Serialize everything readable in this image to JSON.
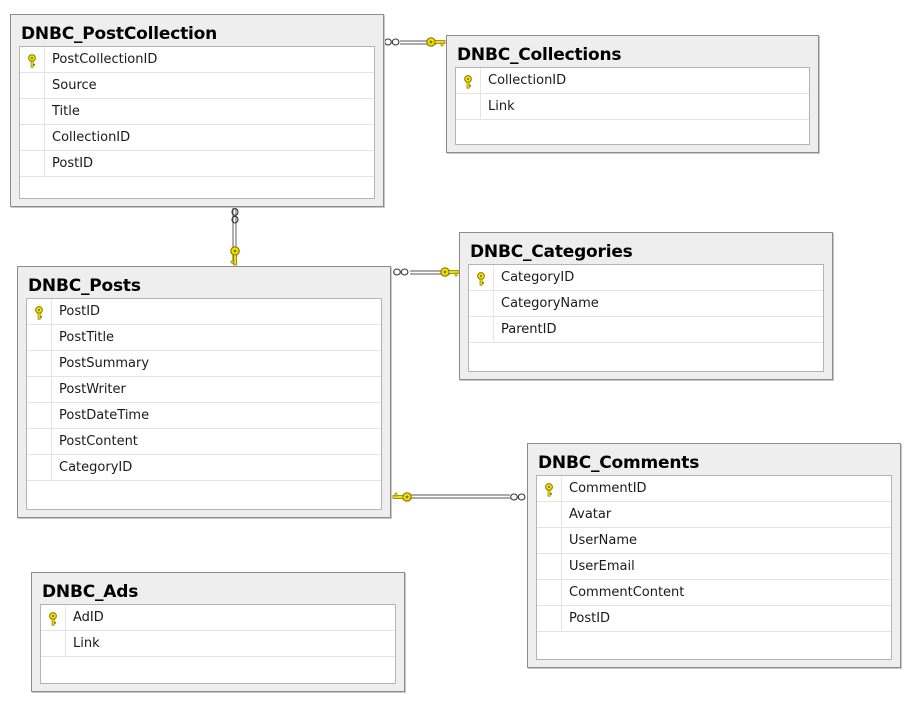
{
  "icons": {
    "primary_key": "key-icon",
    "one_end": "key-icon",
    "many_end": "infinity-icon"
  },
  "colors": {
    "key_fill": "#f2e000",
    "key_stroke": "#8a7a00",
    "line": "#7a7a7a"
  },
  "tables": [
    {
      "id": "postcollection",
      "title": "DNBC_PostCollection",
      "columns": [
        {
          "name": "PostCollectionID",
          "pk": true
        },
        {
          "name": "Source",
          "pk": false
        },
        {
          "name": "Title",
          "pk": false
        },
        {
          "name": "CollectionID",
          "pk": false
        },
        {
          "name": "PostID",
          "pk": false
        }
      ]
    },
    {
      "id": "collections",
      "title": "DNBC_Collections",
      "columns": [
        {
          "name": "CollectionID",
          "pk": true
        },
        {
          "name": "Link",
          "pk": false
        }
      ]
    },
    {
      "id": "posts",
      "title": "DNBC_Posts",
      "columns": [
        {
          "name": "PostID",
          "pk": true
        },
        {
          "name": "PostTitle",
          "pk": false
        },
        {
          "name": "PostSummary",
          "pk": false
        },
        {
          "name": "PostWriter",
          "pk": false
        },
        {
          "name": "PostDateTime",
          "pk": false
        },
        {
          "name": "PostContent",
          "pk": false
        },
        {
          "name": "CategoryID",
          "pk": false
        }
      ]
    },
    {
      "id": "categories",
      "title": "DNBC_Categories",
      "columns": [
        {
          "name": "CategoryID",
          "pk": true
        },
        {
          "name": "CategoryName",
          "pk": false
        },
        {
          "name": "ParentID",
          "pk": false
        }
      ]
    },
    {
      "id": "comments",
      "title": "DNBC_Comments",
      "columns": [
        {
          "name": "CommentID",
          "pk": true
        },
        {
          "name": "Avatar",
          "pk": false
        },
        {
          "name": "UserName",
          "pk": false
        },
        {
          "name": "UserEmail",
          "pk": false
        },
        {
          "name": "CommentContent",
          "pk": false
        },
        {
          "name": "PostID",
          "pk": false
        }
      ]
    },
    {
      "id": "ads",
      "title": "DNBC_Ads",
      "columns": [
        {
          "name": "AdID",
          "pk": true
        },
        {
          "name": "Link",
          "pk": false
        }
      ]
    }
  ],
  "relationships": [
    {
      "name": "postcollection-to-collections",
      "many_table": "DNBC_PostCollection",
      "one_table": "DNBC_Collections"
    },
    {
      "name": "postcollection-to-posts",
      "many_table": "DNBC_PostCollection",
      "one_table": "DNBC_Posts"
    },
    {
      "name": "posts-to-categories",
      "many_table": "DNBC_Posts",
      "one_table": "DNBC_Categories"
    },
    {
      "name": "comments-to-posts",
      "many_table": "DNBC_Comments",
      "one_table": "DNBC_Posts"
    }
  ]
}
